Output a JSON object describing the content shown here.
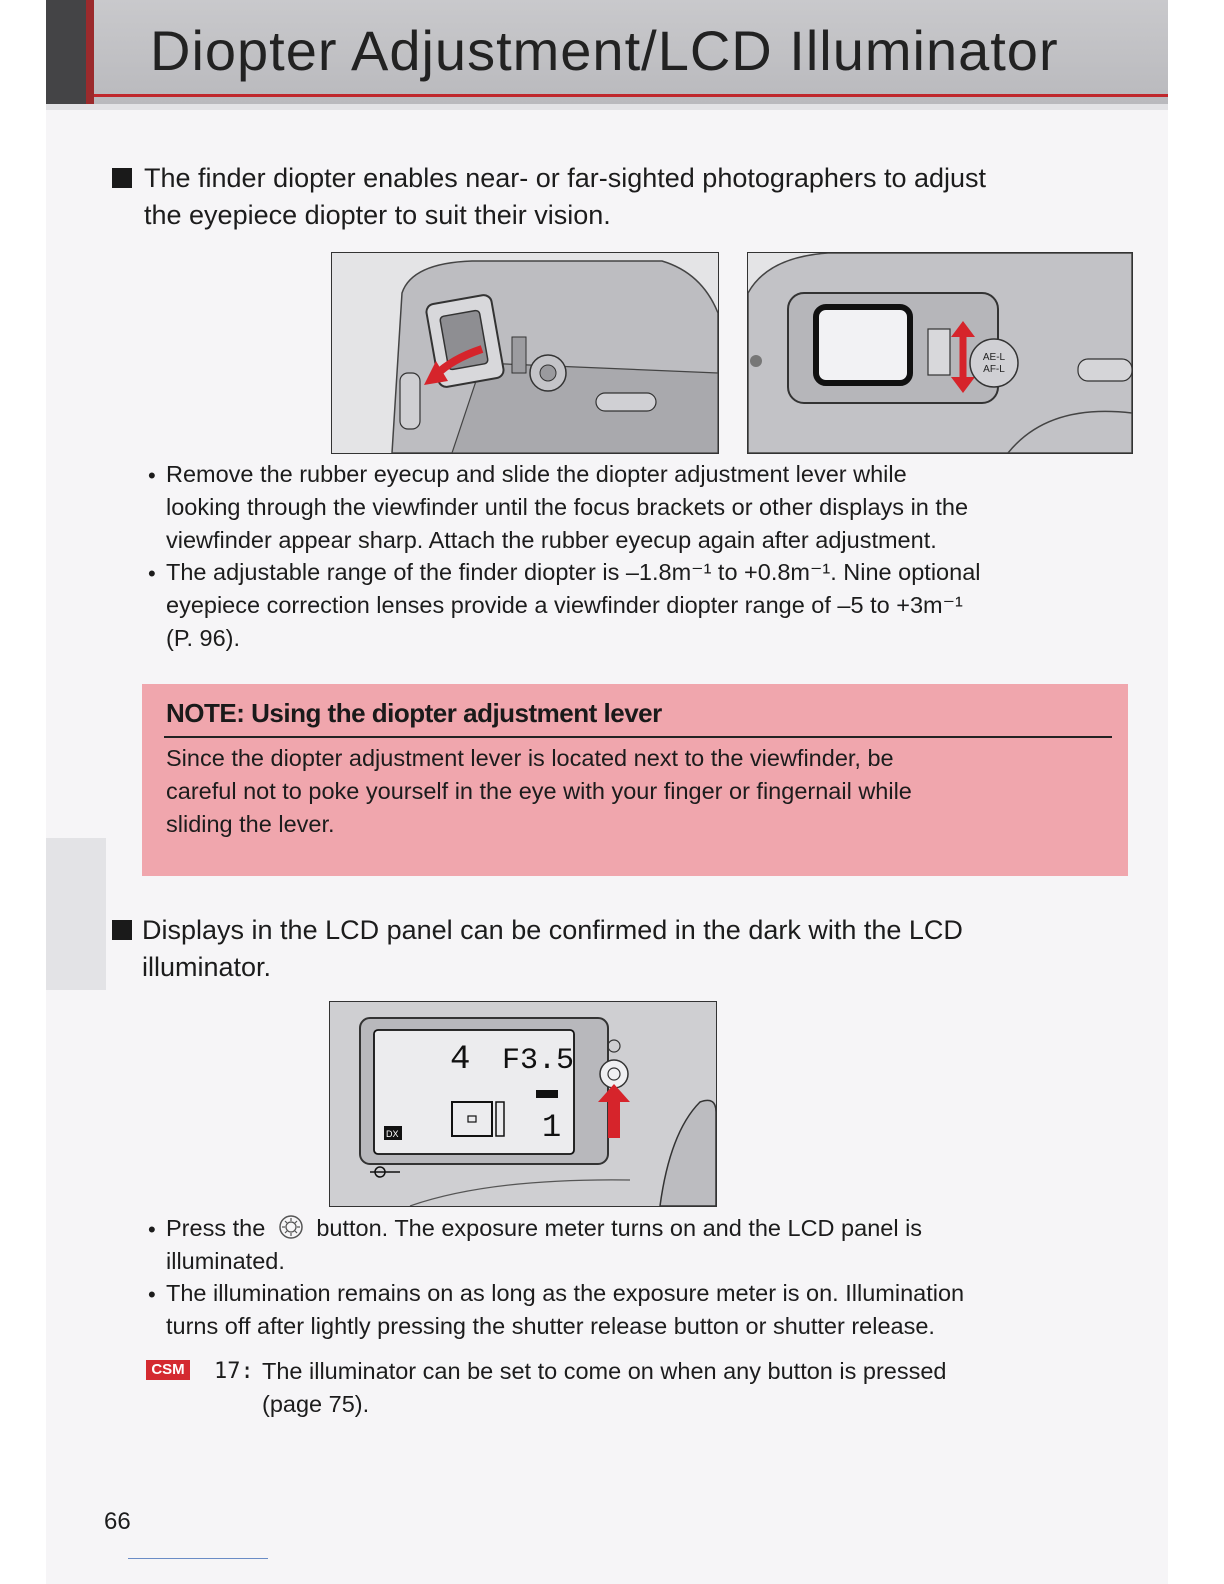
{
  "header": {
    "title": "Diopter Adjustment/LCD Illuminator"
  },
  "section1": {
    "lead_line1": "The finder diopter enables near- or far-sighted photographers to adjust",
    "lead_line2": "the eyepiece diopter to suit their vision.",
    "bullets": [
      {
        "line1": "Remove the rubber eyecup and slide the diopter adjustment lever while",
        "line2": "looking through the viewfinder until the focus brackets or other displays in the",
        "line3": "viewfinder appear sharp. Attach the rubber eyecup again after adjustment."
      },
      {
        "line1": "The adjustable range of the finder diopter is –1.8m⁻¹ to +0.8m⁻¹. Nine optional",
        "line2": "eyepiece correction lenses provide a viewfinder diopter range of –5 to +3m⁻¹",
        "line3": "(P. 96)."
      }
    ],
    "dial_labels": {
      "top": "AE-L",
      "bottom": "AF-L"
    }
  },
  "note": {
    "title": "NOTE: Using the diopter adjustment lever",
    "line1": "Since the diopter adjustment lever is located next to the viewfinder, be",
    "line2": "careful not to poke yourself in the eye with your finger or fingernail while",
    "line3": "sliding the lever."
  },
  "section2": {
    "lead_line1": "Displays in the LCD panel can be confirmed in the dark with the LCD",
    "lead_line2": "illuminator.",
    "lcd": {
      "shutter": "4",
      "aperture": "F3.5",
      "frame": "1",
      "dx": "DX"
    },
    "bullets": [
      {
        "pre": "Press the",
        "post": "button. The exposure meter turns on and the LCD panel is",
        "line2": "illuminated."
      },
      {
        "line1": "The illumination remains on as long as the exposure meter is on. Illumination",
        "line2": "turns off after lightly pressing the shutter release button or shutter release."
      }
    ],
    "csm": {
      "badge": "CSM",
      "code": "17:",
      "line1": "The illuminator can be set to come on when any button is pressed",
      "line2": "(page 75)."
    }
  },
  "page_number": "66",
  "colors": {
    "accent_red": "#c0282d",
    "note_bg": "#f0a6ad",
    "arrow_red": "#d6242b"
  }
}
